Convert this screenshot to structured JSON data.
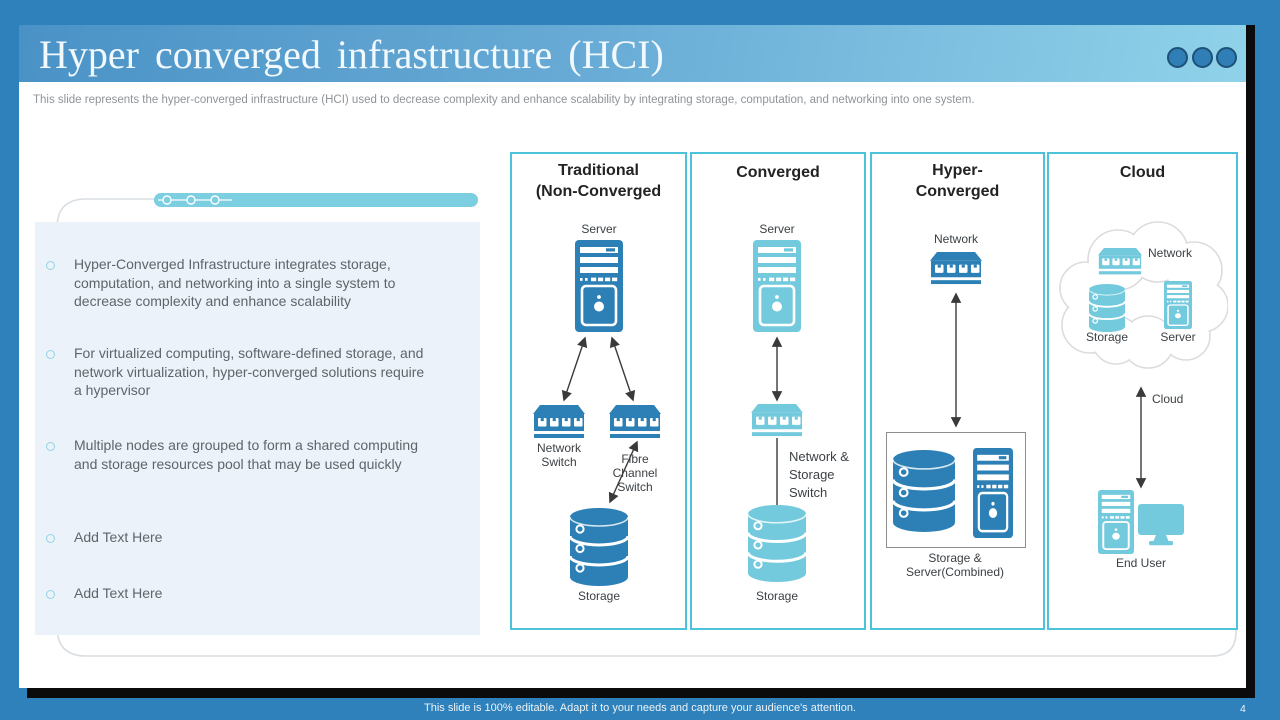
{
  "header": {
    "title": "Hyper converged infrastructure (HCI)",
    "subtitle": "This slide represents the hyper-converged infrastructure (HCI) used to decrease complexity and enhance scalability by  integrating storage, computation, and networking into one system."
  },
  "bullets": [
    "Hyper-Converged  Infrastructure  integrates storage, computation,  and  networking  into  a single  system to decrease complexity  and enhance scalability",
    "For virtualized  computing,  software-defined storage,  and network  virtualization,  hyper-converged  solutions  require  a hypervisor",
    "Multiple  nodes are grouped  to form  a shared computing  and storage  resources pool  that may  be used quickly",
    "Add Text  Here",
    "Add Text  Here"
  ],
  "columns": {
    "traditional": {
      "title": "Traditional\n(Non-Converged",
      "server_label": "Server",
      "network_switch_label": "Network\nSwitch",
      "fibre_switch_label": "Fibre\nChannel\nSwitch",
      "storage_label": "Storage"
    },
    "converged": {
      "title": "Converged",
      "server_label": "Server",
      "switch_label": "Network &\nStorage\nSwitch",
      "storage_label": "Storage"
    },
    "hyper": {
      "title": "Hyper-\nConverged",
      "network_label": "Network",
      "combined_label": "Storage &\nServer(Combined)"
    },
    "cloud": {
      "title": "Cloud",
      "network_label": "Network",
      "storage_label": "Storage",
      "server_label": "Server",
      "cloud_link_label": "Cloud",
      "end_user_label": "End User"
    }
  },
  "footer": {
    "note": "This slide is 100% editable. Adapt it to your needs and capture your audience's attention.",
    "page_number": "4"
  },
  "colors": {
    "dark": "#2c80b6",
    "light": "#74cadd",
    "slide_bg": "#2e81ba",
    "column_border": "#4cc3d9",
    "pill": "#7ccee1",
    "arrow": "#3a3a3a"
  }
}
